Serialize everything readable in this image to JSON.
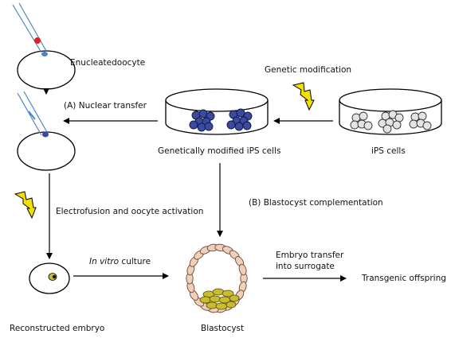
{
  "labels": {
    "enucleated_oocyte": "Enucleatedoocyte",
    "genetic_modification": "Genetic modification",
    "nuclear_transfer": "(A) Nuclear transfer",
    "genetically_modified_ips": "Genetically modified iPS cells",
    "ips_cells": "iPS cells",
    "electrofusion": "Electrofusion and oocyte activation",
    "blastocyst_complementation": "(B) Blastocyst complementation",
    "in_vitro": "In vitro",
    "culture": " culture",
    "embryo_transfer_line1": "Embryo transfer",
    "embryo_transfer_line2": "into surrogate",
    "transgenic_offspring": "Transgenic offspring",
    "reconstructed_embryo": "Reconstructed embryo",
    "blastocyst": "Blastocyst"
  },
  "colors": {
    "ips_modified": "#3b4aa0",
    "ips_plain": "#e4e4e4",
    "trophectoderm": "#f1cfb8",
    "inner_cell_mass": "#c9bd2c",
    "lightning": "#f4e000",
    "nucleus_red": "#e02020",
    "pipette_blue": "#4a86c8"
  }
}
